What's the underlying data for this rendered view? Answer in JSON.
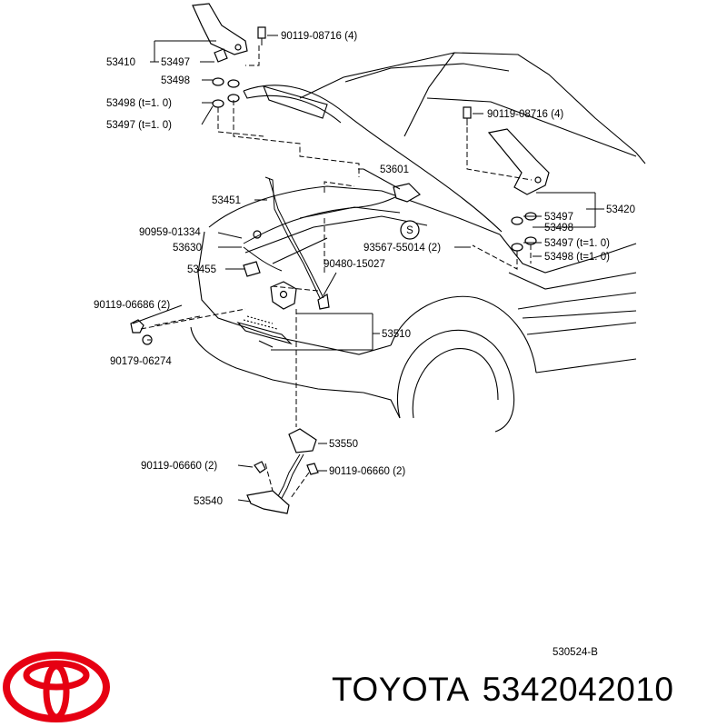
{
  "diagram": {
    "callouts": {
      "hinge_right": "53410",
      "hinge_left": "53420",
      "bolt_upper_right": "90119-08716 (4)",
      "bolt_upper_left": "90119-08716 (4)",
      "shim_53497_a": "53497",
      "shim_53498_a": "53498",
      "shim_53498_b": "53498 (t=1. 0)",
      "shim_53497_b": "53497 (t=1. 0)",
      "shim_53497_c": "53497",
      "shim_53498_c": "53498",
      "shim_53497_d": "53497 (t=1. 0)",
      "shim_53498_d": "53498 (t=1. 0)",
      "support_rod": "53451",
      "rod_holder": "53601",
      "clip": "90959-01334",
      "release_cable": "53630",
      "clamp": "53455",
      "cushion": "93567-55014 (2)",
      "rod_grommet": "90480-15027",
      "bolt_lock": "90119-06686 (2)",
      "nut_lock": "90179-06274",
      "lock_assy": "53510",
      "hood_lever": "53550",
      "bolt_lever_a": "90119-06660 (2)",
      "bolt_lever_b": "90119-06660 (2)",
      "lever_bracket": "53540",
      "stamp_s": "S"
    },
    "diagram_code": "530524-B"
  },
  "footer": {
    "brand": "TOYOTA",
    "part_number": "5342042010"
  },
  "colors": {
    "logo": "#e60012",
    "ink": "#000000"
  },
  "icons": {
    "logo": "toyota-logo-icon"
  }
}
